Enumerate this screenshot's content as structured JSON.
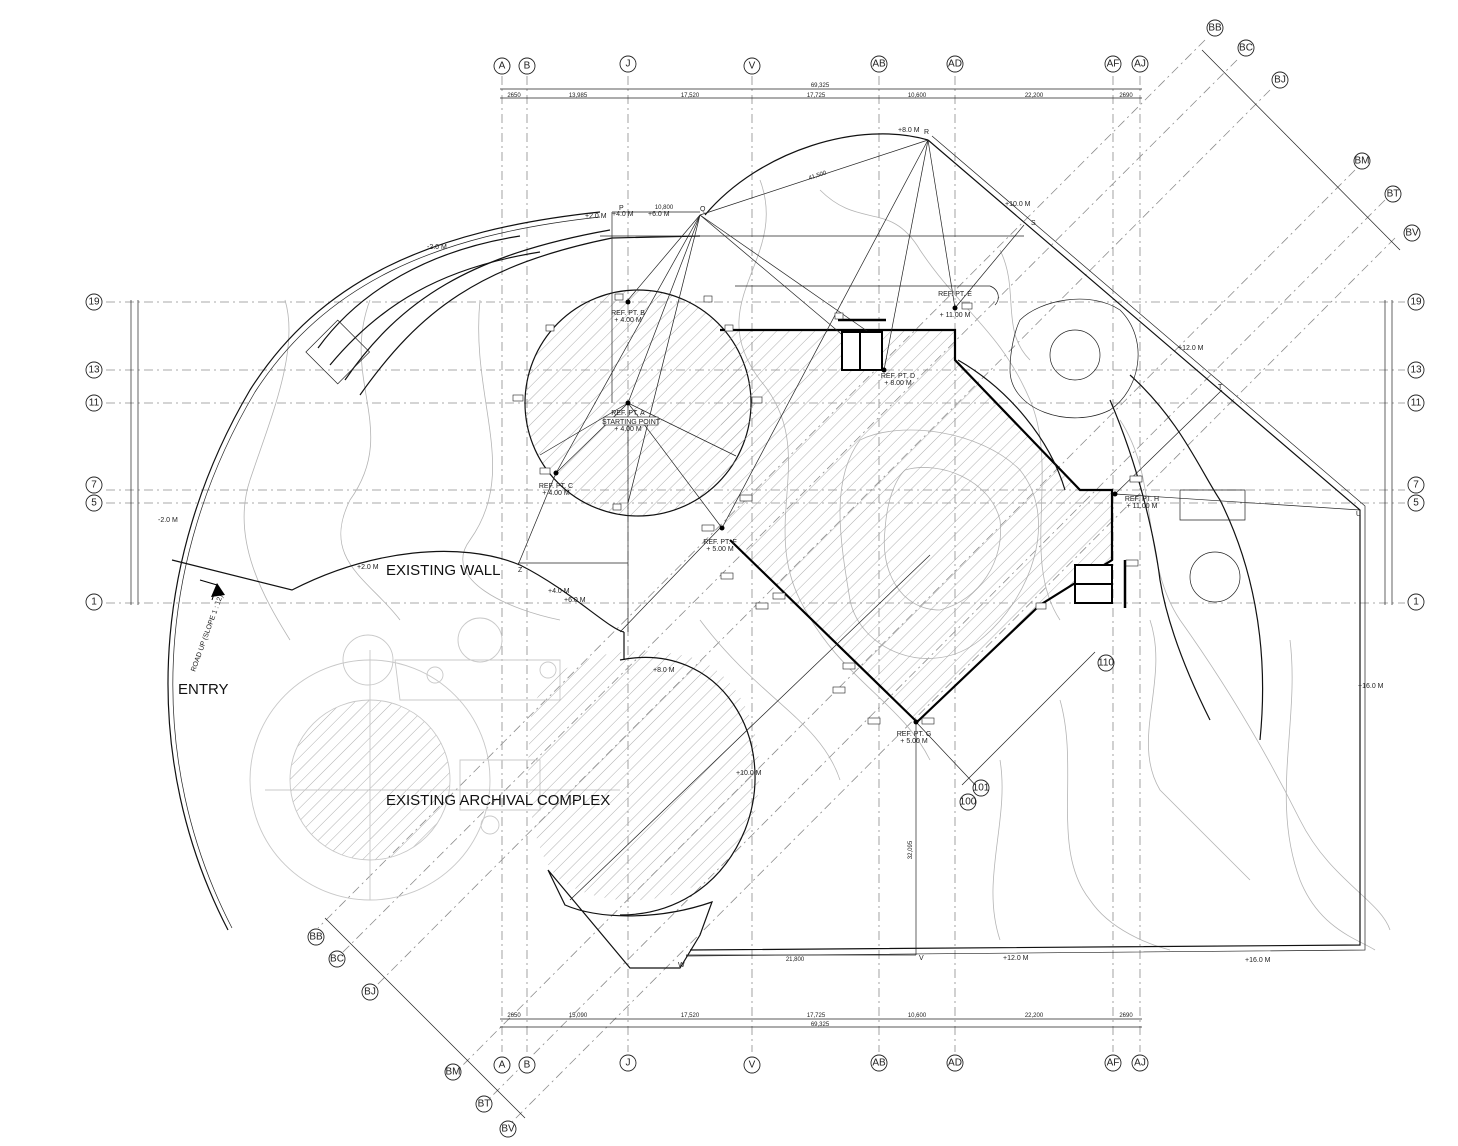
{
  "labels": {
    "existing_wall": "EXISTING WALL",
    "existing_archival_complex": "EXISTING ARCHIVAL COMPLEX",
    "entry": "ENTRY",
    "road_up": "ROAD UP (SLOPE 1 : 12)"
  },
  "grid_columns_top": [
    "A",
    "B",
    "J",
    "V",
    "AB",
    "AD",
    "AF",
    "AJ"
  ],
  "grid_columns_bottom": [
    "A",
    "B",
    "J",
    "V",
    "AB",
    "AD",
    "AF",
    "AJ"
  ],
  "grid_rows_left": [
    "19",
    "13",
    "11",
    "7",
    "5",
    "1"
  ],
  "grid_rows_right": [
    "19",
    "13",
    "11",
    "7",
    "5",
    "1"
  ],
  "diagonal_grid_top": [
    "BB",
    "BC",
    "BJ",
    "BM",
    "BT",
    "BV"
  ],
  "diagonal_grid_bottom": [
    "BB",
    "BC",
    "BJ",
    "BM",
    "BT",
    "BV"
  ],
  "markers": {
    "m110": "110",
    "m101": "101",
    "m100": "100"
  },
  "dimensions_top": {
    "overall": "69,325",
    "segments": [
      "2650",
      "13,985",
      "17,520",
      "17,725",
      "10,600",
      "22,200",
      "2690"
    ]
  },
  "dimensions_bottom": {
    "overall": "69,325",
    "segments": [
      "2650",
      "15,090",
      "17,520",
      "17,725",
      "10,600",
      "22,200",
      "2690"
    ]
  },
  "ref_points": {
    "a_title": "REF. PT. A",
    "a_sub": "STARTING POINT",
    "a_level": "+ 4.00 M",
    "b_title": "REF. PT. B",
    "b_level": "+ 4.00 M",
    "c_title": "REF. PT. C",
    "c_level": "+ 4.00 M",
    "d_title": "REF. PT. D",
    "d_level": "+ 8.00 M",
    "e_title": "REF. PT. E",
    "e_level": "+ 11.00 M",
    "f_title": "REF. PT. F",
    "f_level": "+ 5.00 M",
    "g_title": "REF. PT. G",
    "g_level": "+ 5.00 M",
    "h_title": "REF. PT. H",
    "h_level": "+ 11.00 M"
  },
  "point_letters": {
    "p": "P",
    "q": "Q",
    "r": "R",
    "s": "S",
    "t": "T",
    "u": "U",
    "v": "V",
    "w": "W",
    "z": "Z"
  },
  "levels": {
    "l_plus2_top": "+2.0 M",
    "l_minus2_top": "-2.0 M",
    "l_plus4_p": "+4.0 M",
    "l_plus6_p": "+6.0 M",
    "l_plus8_r": "+8.0 M",
    "l_plus10_s": "+10.0 M",
    "l_plus12_right": "+12.0 M",
    "l_minus2_left": "-2.0 M",
    "l_plus2_wall": "+2.0 M",
    "l_plus4_wall": "+4.0 M",
    "l_plus6_wall": "+6.0 M",
    "l_plus8_arch": "+8.0 M",
    "l_plus10_arch": "+10.0 M",
    "l_plus16_right": "+16.0 M",
    "l_plus12_bottom": "+12.0 M",
    "l_plus16_bottom": "+16.0 M"
  },
  "dims_misc": {
    "pq": "10,800",
    "wv": "21,800",
    "rq": "41,500",
    "mid_vertical": "32,095"
  }
}
